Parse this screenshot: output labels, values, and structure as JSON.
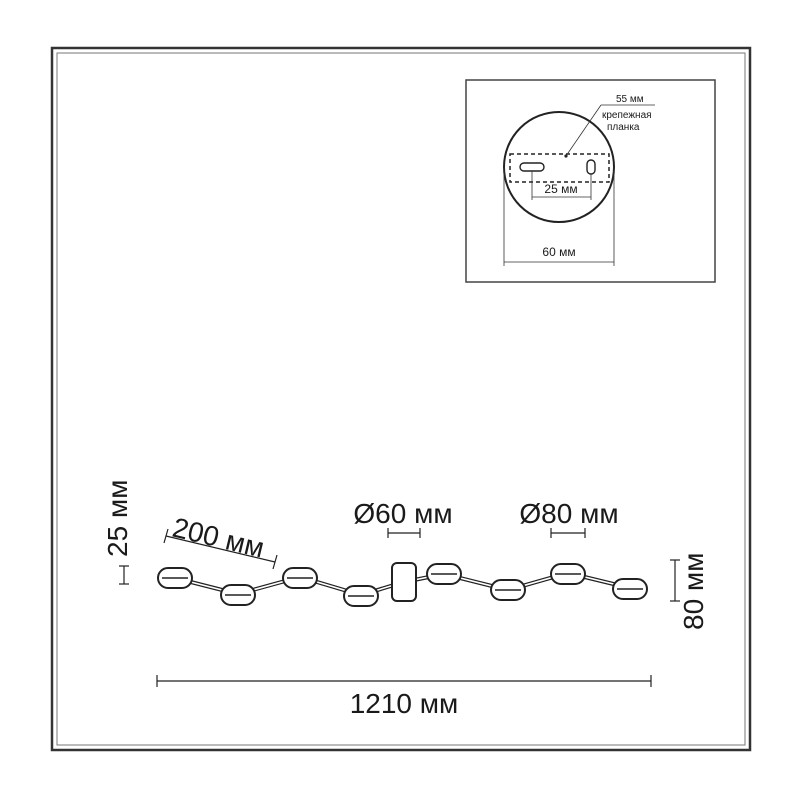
{
  "inset": {
    "plate_length": "55 мм",
    "plate_label_line1": "крепежная",
    "plate_label_line2": "планка",
    "hole_spacing": "25 мм",
    "canopy_diameter": "60 мм"
  },
  "main": {
    "height": "25 мм",
    "arm_length": "200 мм",
    "small_diameter": "Ø60 мм",
    "large_diameter": "Ø80 мм",
    "total_height": "80 мм",
    "total_length": "1210 мм"
  }
}
